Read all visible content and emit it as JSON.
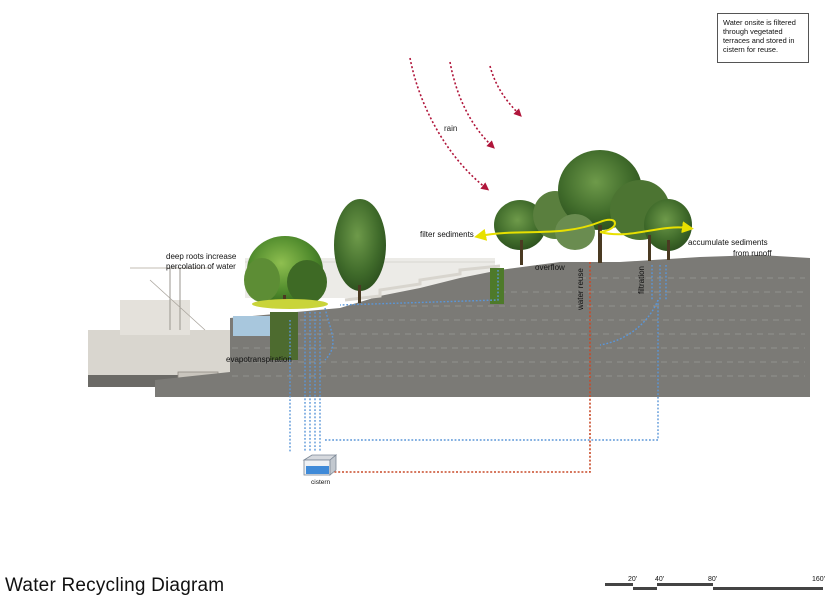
{
  "diagram": {
    "title": "Water Recycling Diagram",
    "note": "Water onsite is filtered through vegetated terraces and stored in cistern for reuse.",
    "labels": {
      "rain": "rain",
      "filter_sediments": "filter sediments",
      "accumulate_sediments": "accumulate sediments",
      "from_runoff": "from runoff",
      "overflow": "overflow",
      "deep_roots_1": "deep roots increase",
      "deep_roots_2": "percolation of water",
      "evapotranspiration": "evapotranspiration",
      "water_reuse": "water reuse",
      "filtration": "filtration",
      "cistern": "cistern"
    },
    "scale_bar": {
      "labels": [
        "20'",
        "40'",
        "80'",
        "160'"
      ]
    },
    "colors": {
      "rain_arrow": "#b0153a",
      "water_flow": "#5a96d8",
      "reuse_pipe": "#c84a28",
      "sediment_path": "#e8e000",
      "ground": "#7b7a76",
      "foliage": "#4f7a2c"
    }
  }
}
